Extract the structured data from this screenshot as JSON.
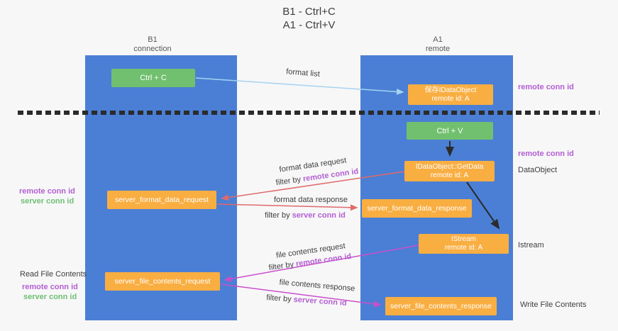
{
  "title": {
    "line1": "B1 - Ctrl+C",
    "line2": "A1 - Ctrl+V"
  },
  "lifelines": {
    "left": {
      "name": "B1",
      "role": "connection"
    },
    "right": {
      "name": "A1",
      "role": "remote"
    }
  },
  "boxes": {
    "ctrl_c": {
      "label": "Ctrl + C"
    },
    "ctrl_v": {
      "label": "Ctrl + V"
    },
    "save_idataobject": {
      "line1": "保存IDataObject",
      "line2": "remote id: A"
    },
    "getdata": {
      "line1": "IDataObject::GetData",
      "line2": "remote id: A"
    },
    "istream": {
      "line1": "IStream",
      "line2": "remote id: A"
    },
    "server_format_data_request": {
      "label": "server_format_data_request"
    },
    "server_format_data_response": {
      "label": "server_format_data_response"
    },
    "server_file_contents_request": {
      "label": "server_file_contents_request"
    },
    "server_file_contents_response": {
      "label": "server_file_contents_response"
    }
  },
  "arrow_labels": {
    "format_list": "format list",
    "format_data_request": "format data request",
    "format_data_response": "format data response",
    "file_contents_request": "file contents request",
    "file_contents_response": "file contents response",
    "filter_by_prefix": "filter by ",
    "remote_conn_id": "remote conn id",
    "server_conn_id": "server conn id"
  },
  "side_labels": {
    "remote_conn_id": "remote conn id",
    "server_conn_id": "server conn id",
    "dataobject": "DataObject",
    "istream": "Istream",
    "read_file_contents": "Read File Contents",
    "write_file_contents": "Write File Contents"
  },
  "colors": {
    "bg": "#f7f7f8",
    "lifeline_blue": "#4a7fd5",
    "box_green": "#71c06f",
    "box_orange": "#f9ae42",
    "arrow_red": "#e06a6a",
    "arrow_magenta": "#cb4ecb",
    "arrow_lightblue": "#a5d3f0",
    "arrow_black": "#2b2b2b",
    "text_dark": "#3e3e3e",
    "text_purple": "#b35fd1",
    "text_green": "#6fbf73"
  }
}
